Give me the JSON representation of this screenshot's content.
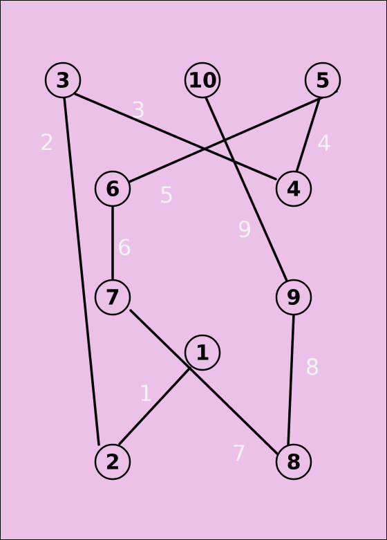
{
  "graph": {
    "background": "#ebc1e9",
    "node_fill": "#ebc1e9",
    "line_color": "#000000",
    "weight_color": "#f2f2f2",
    "nodes": [
      {
        "id": "1",
        "label": "1"
      },
      {
        "id": "2",
        "label": "2"
      },
      {
        "id": "3",
        "label": "3"
      },
      {
        "id": "4",
        "label": "4"
      },
      {
        "id": "5",
        "label": "5"
      },
      {
        "id": "6",
        "label": "6"
      },
      {
        "id": "7",
        "label": "7"
      },
      {
        "id": "8",
        "label": "8"
      },
      {
        "id": "9",
        "label": "9"
      },
      {
        "id": "10",
        "label": "10"
      }
    ],
    "edges": [
      {
        "from": "1",
        "to": "2",
        "weight": "1"
      },
      {
        "from": "3",
        "to": "2",
        "weight": "2"
      },
      {
        "from": "3",
        "to": "4",
        "weight": "3"
      },
      {
        "from": "5",
        "to": "4",
        "weight": "4"
      },
      {
        "from": "5",
        "to": "6",
        "weight": "5"
      },
      {
        "from": "6",
        "to": "7",
        "weight": "6"
      },
      {
        "from": "7",
        "to": "8",
        "weight": "7"
      },
      {
        "from": "9",
        "to": "8",
        "weight": "8"
      },
      {
        "from": "10",
        "to": "9",
        "weight": "9"
      }
    ]
  }
}
